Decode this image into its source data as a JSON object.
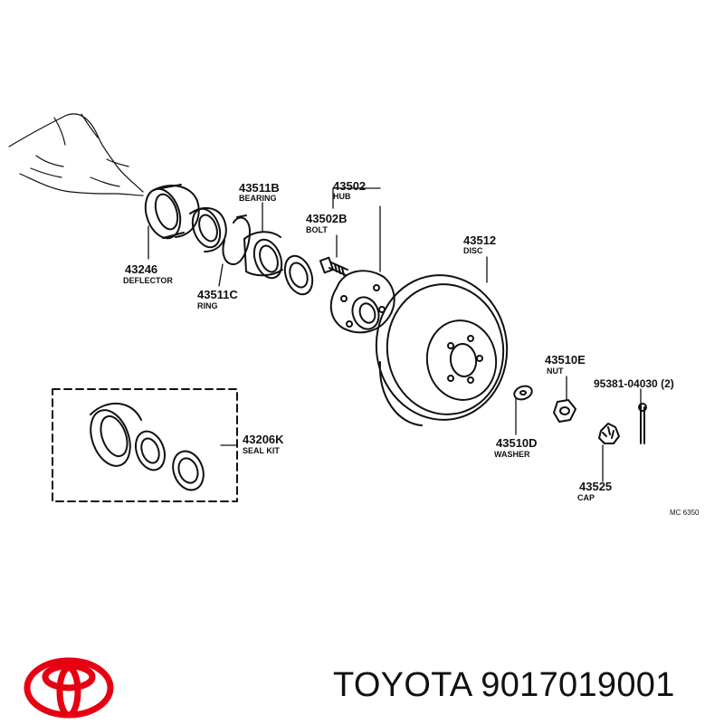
{
  "diagram": {
    "parts": {
      "deflector": {
        "number": "43246",
        "name": "DEFLECTOR"
      },
      "bearing": {
        "number": "43511B",
        "name": "BEARING"
      },
      "hub": {
        "number": "43502",
        "name": "HUB"
      },
      "bolt": {
        "number": "43502B",
        "name": "BOLT"
      },
      "ring": {
        "number": "43511C",
        "name": "RING"
      },
      "disc": {
        "number": "43512",
        "name": "DISC"
      },
      "nut": {
        "number": "43510E",
        "name": "NUT"
      },
      "pin": {
        "number": "95381-04030 (2)"
      },
      "washer": {
        "number": "43510D",
        "name": "WASHER"
      },
      "seal_kit": {
        "number": "43206K",
        "name": "SEAL KIT"
      },
      "cap": {
        "number": "43525",
        "name": "CAP"
      }
    },
    "code": "MC 6350"
  },
  "footer": {
    "brand": "TOYOTA",
    "part_number": "9017019001",
    "logo_color": "#e60012"
  }
}
